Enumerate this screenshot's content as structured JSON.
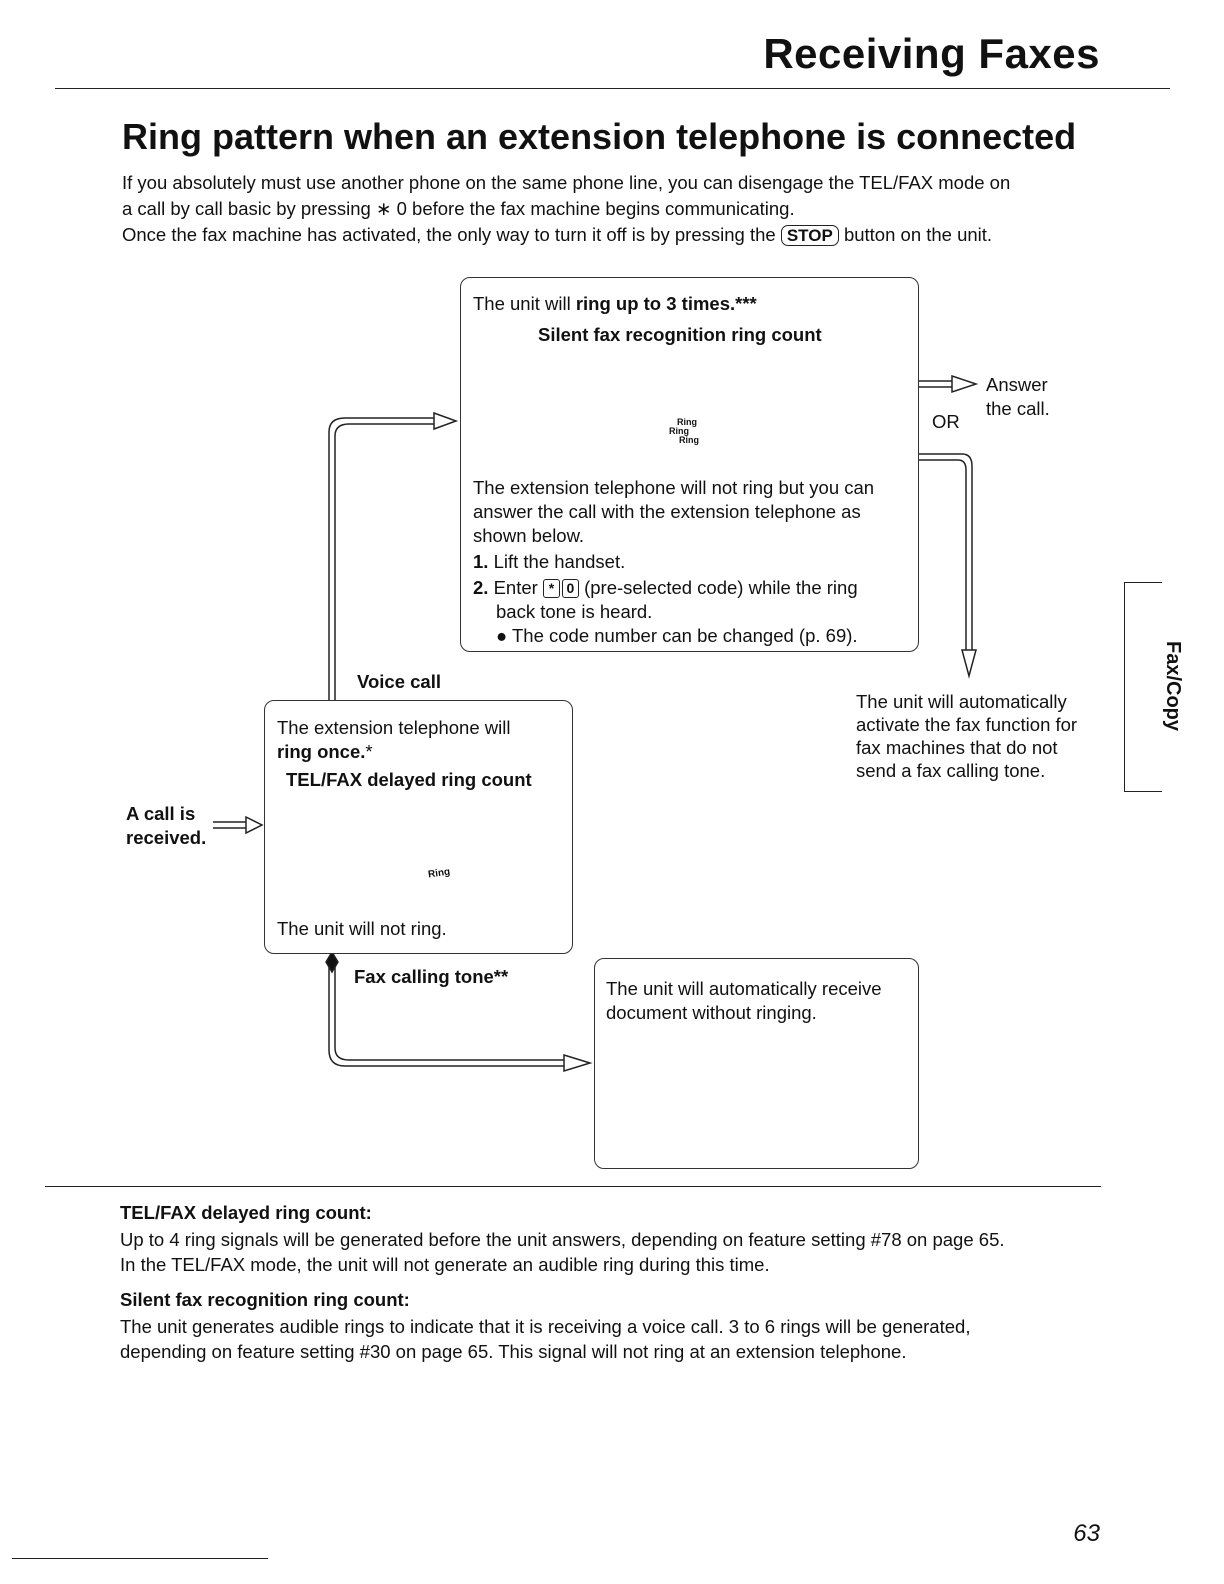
{
  "header": {
    "title": "Receiving Faxes"
  },
  "section": {
    "title": "Ring pattern when an extension telephone is connected",
    "intro": {
      "line1": "If you absolutely must use another phone on the same phone line, you can disengage the TEL/FAX mode on",
      "line2": "a call by call basic by pressing ∗ 0 before the fax machine begins communicating.",
      "line3_pre": "Once the fax machine has activated, the only way to turn it off is by pressing the",
      "line3_key": "STOP",
      "line3_post": "button on the unit."
    }
  },
  "side_tab": {
    "label": "Fax/Copy"
  },
  "flow": {
    "start_label_1": "A call is",
    "start_label_2": "received.",
    "center_box": {
      "line1": "The extension telephone will",
      "line2": "ring once.",
      "line2_mark": "*",
      "heading": "TEL/FAX delayed ring count",
      "footer": "The unit will not ring.",
      "ring_text": "Ring"
    },
    "voice_call": "Voice call",
    "fax_calling_tone": "Fax calling tone**",
    "top_box": {
      "line1_pre": "The unit will",
      "line1_bold": "ring up to 3 times.***",
      "heading": "Silent fax recognition ring count",
      "ring1": "Ring",
      "ring2": "Ring",
      "ring3": "Ring",
      "desc1": "The extension telephone will not ring but you can",
      "desc2": "answer the call with the extension telephone as",
      "desc3": "shown below.",
      "step1_num": "1.",
      "step1": "Lift the handset.",
      "step2_num": "2.",
      "step2_pre": "Enter",
      "step2_key1": "*",
      "step2_key2": "0",
      "step2_post": "(pre-selected code) while the ring",
      "step2_line2": "back tone is heard.",
      "step2_bullet": "● The code number can be changed (p. 69)."
    },
    "answer_1": "Answer",
    "answer_2": "the call.",
    "or_label": "OR",
    "auto_fax_1": "The unit will automatically",
    "auto_fax_2": "activate the fax function for",
    "auto_fax_3": "fax machines that do not",
    "auto_fax_4": "send a fax calling tone.",
    "bottom_box": {
      "line1": "The unit will automatically receive",
      "line2": "document without ringing."
    }
  },
  "notes": {
    "h1": "TEL/FAX delayed ring count:",
    "p1a": "Up to 4 ring signals will be generated before the unit answers, depending on feature setting #78 on page 65.",
    "p1b": "In the TEL/FAX mode, the unit will not generate an audible ring during this time.",
    "h2": "Silent fax recognition ring count:",
    "p2a": "The unit generates audible rings to indicate that it is receiving a voice call. 3 to 6 rings will be generated,",
    "p2b": "depending on feature setting #30 on page 65. This signal will not ring at an extension telephone."
  },
  "page_number": "63"
}
